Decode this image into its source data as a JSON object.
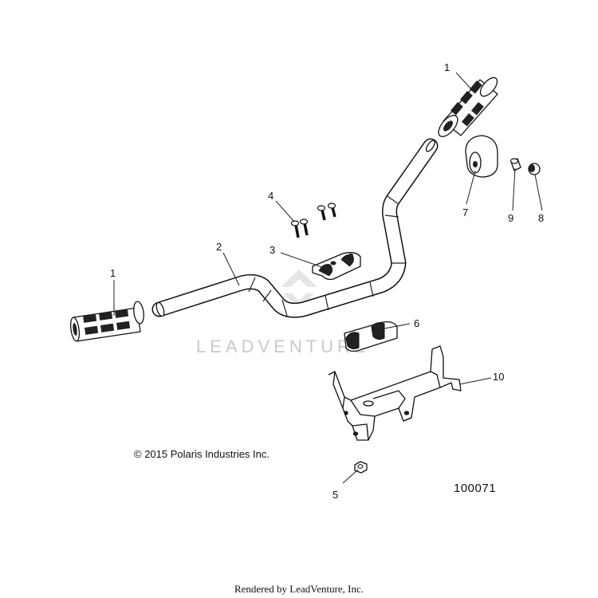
{
  "watermark": "LEADVENTURE",
  "callouts": [
    {
      "id": "callout-1-right-grip",
      "label": "1"
    },
    {
      "id": "callout-1-left-grip",
      "label": "1"
    },
    {
      "id": "callout-2-handlebar",
      "label": "2"
    },
    {
      "id": "callout-3-upper-clamp",
      "label": "3"
    },
    {
      "id": "callout-4-bolts",
      "label": "4"
    },
    {
      "id": "callout-5-nut",
      "label": "5"
    },
    {
      "id": "callout-6-lower-clamp",
      "label": "6"
    },
    {
      "id": "callout-7-bar-end-cap",
      "label": "7"
    },
    {
      "id": "callout-8-plug",
      "label": "8"
    },
    {
      "id": "callout-9-pin",
      "label": "9"
    },
    {
      "id": "callout-10-bracket",
      "label": "10"
    }
  ],
  "copyright": "© 2015 Polaris Industries Inc.",
  "diagram_number": "100071",
  "footer": "Rendered by LeadVenture, Inc."
}
